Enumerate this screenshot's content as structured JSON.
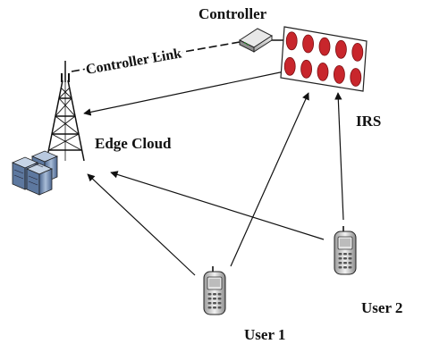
{
  "labels": {
    "controller": "Controller",
    "controller_link": "Controller Link",
    "irs": "IRS",
    "edge_cloud": "Edge Cloud",
    "user1": "User 1",
    "user2": "User 2"
  },
  "nodes": [
    {
      "id": "controller",
      "icon": "router-box-icon"
    },
    {
      "id": "irs",
      "icon": "reflecting-surface-icon",
      "element_rows": 2,
      "element_cols": 5
    },
    {
      "id": "base-station",
      "icon": "antenna-tower-icon"
    },
    {
      "id": "edge-cloud",
      "icon": "server-rack-icon"
    },
    {
      "id": "user1",
      "icon": "mobile-phone-icon"
    },
    {
      "id": "user2",
      "icon": "mobile-phone-icon"
    }
  ],
  "links": [
    {
      "from": "controller",
      "to": "base-station",
      "style": "dashed"
    },
    {
      "from": "controller",
      "to": "irs",
      "style": "solid"
    },
    {
      "from": "irs",
      "to": "base-station",
      "style": "arrow"
    },
    {
      "from": "user1",
      "to": "irs",
      "style": "arrow"
    },
    {
      "from": "user2",
      "to": "irs",
      "style": "arrow"
    },
    {
      "from": "user1",
      "to": "base-station",
      "style": "arrow"
    },
    {
      "from": "user2",
      "to": "base-station",
      "style": "arrow"
    }
  ],
  "colors": {
    "irs_element": "#c8262c",
    "irs_element_stroke": "#7a0f12",
    "line": "#111111",
    "server_blue": "#6b86ad"
  }
}
